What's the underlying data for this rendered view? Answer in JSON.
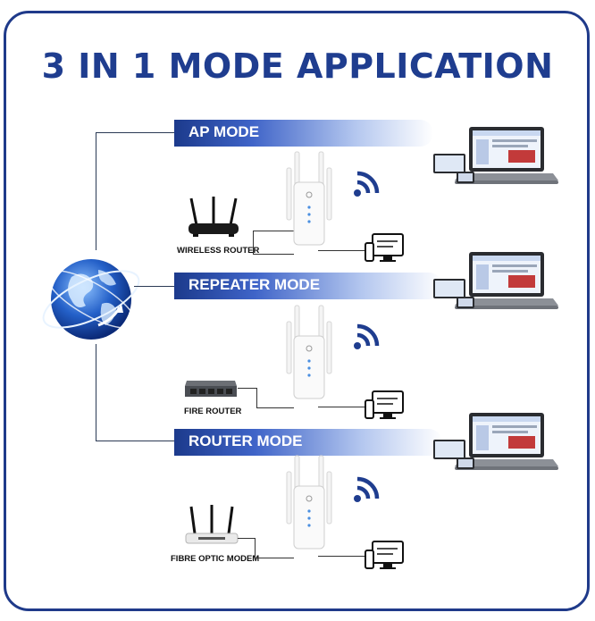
{
  "title": "3 IN 1 MODE APPLICATION",
  "modes": [
    {
      "label": "AP MODE",
      "device_label": "WIRELESS ROUTER",
      "device_icon": "wireless-router-icon"
    },
    {
      "label": "REPEATER MODE",
      "device_label": "FIRE ROUTER",
      "device_icon": "network-switch-icon"
    },
    {
      "label": "ROUTER MODE",
      "device_label": "FIBRE OPTIC MODEM",
      "device_icon": "fibre-modem-icon"
    }
  ],
  "icons": [
    "globe-icon",
    "wifi-extender-icon",
    "wifi-signal-icon",
    "computer-icon",
    "laptop-icon",
    "tablet-icon",
    "phone-icon"
  ],
  "colors": {
    "brand_blue": "#1f3d8f",
    "frame_border": "#1f3a8a",
    "banner_start": "#1c3a8c"
  }
}
